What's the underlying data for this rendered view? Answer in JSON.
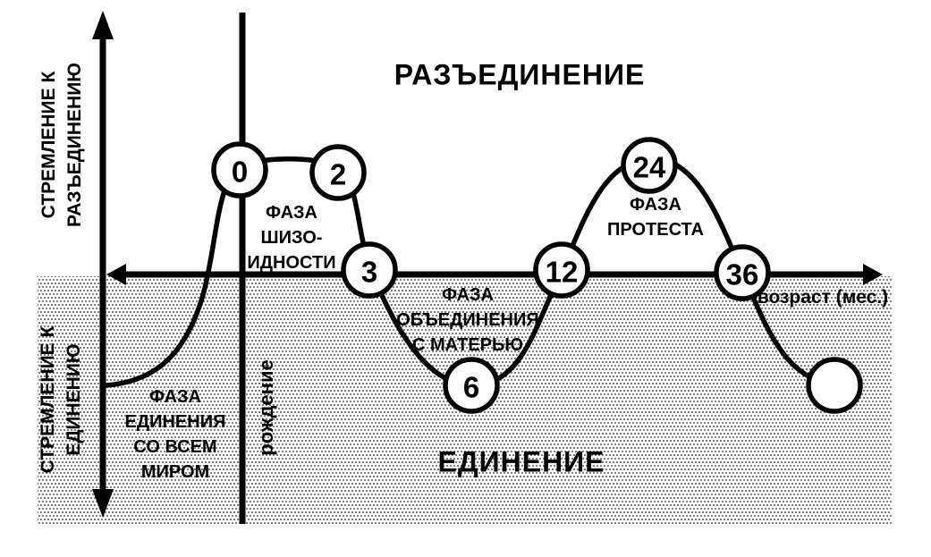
{
  "regions": {
    "top_title": "РАЗЪЕДИНЕНИЕ",
    "bottom_title": "ЕДИНЕНИЕ"
  },
  "y_axis": {
    "top_label": {
      "line1": "СТРЕМЛЕНИЕ К",
      "line2": "РАЗЪЕДИНЕНИЮ"
    },
    "bottom_label": {
      "line1": "СТРЕМЛЕНИЕ К",
      "line2": "ЕДИНЕНИЮ"
    }
  },
  "x_axis": {
    "label": "возраст (мес.)"
  },
  "birth_line": {
    "label": "рождение"
  },
  "milestones": [
    {
      "age": "0"
    },
    {
      "age": "2"
    },
    {
      "age": "3"
    },
    {
      "age": "6"
    },
    {
      "age": "12"
    },
    {
      "age": "24"
    },
    {
      "age": "36"
    },
    {
      "age": ""
    }
  ],
  "phases": [
    {
      "id": "unity-with-world",
      "lines": {
        "l1": "ФАЗА",
        "l2": "ЕДИНЕНИЯ",
        "l3": "СО ВСЕМ",
        "l4": "МИРОМ"
      }
    },
    {
      "id": "schizoid",
      "lines": {
        "l1": "ФАЗА",
        "l2": "ШИЗО-",
        "l3": "ИДНОСТИ"
      }
    },
    {
      "id": "union-with-mother",
      "lines": {
        "l1": "ФАЗА",
        "l2": "ОБЪЕДИНЕНИЯ",
        "l3": "С МАТЕРЬЮ"
      }
    },
    {
      "id": "protest",
      "lines": {
        "l1": "ФАЗА",
        "l2": "ПРОТЕСТА"
      }
    }
  ],
  "colors": {
    "ink": "#000000",
    "background": "#ffffff",
    "stipple_dot": "#1c1c1c",
    "circle_fill": "#ffffff"
  }
}
